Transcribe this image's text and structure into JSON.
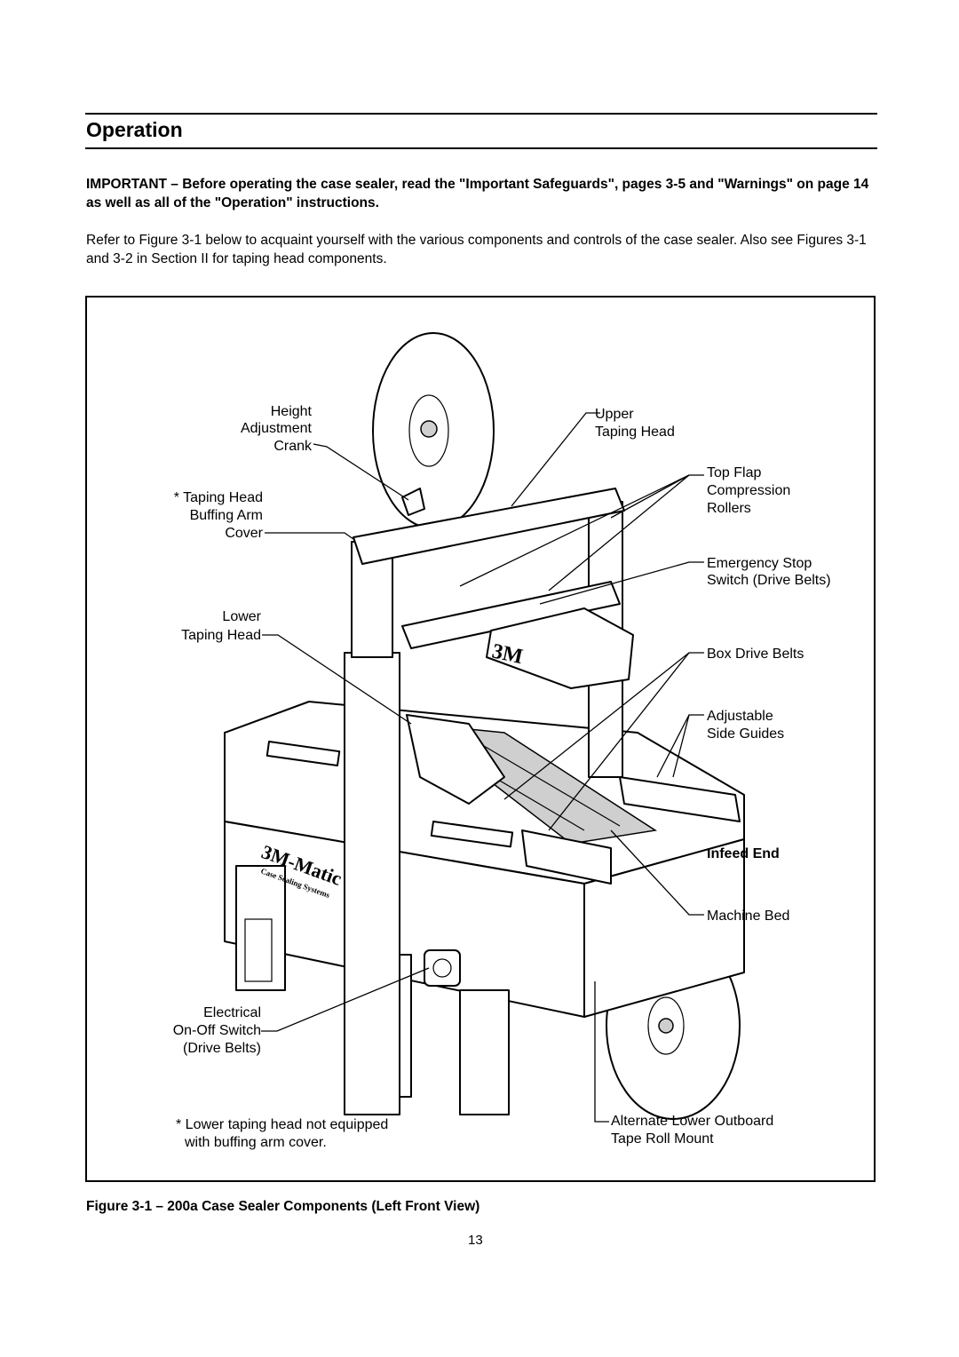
{
  "section": {
    "title": "Operation"
  },
  "important_text": "IMPORTANT – Before operating the case sealer, read the \"Important Safeguards\", pages 3-5 and \"Warnings\" on page 14 as well as all of the \"Operation\" instructions.",
  "intro_text": "Refer to Figure 3-1 below to acquaint yourself with the various components and controls of the case sealer.  Also see Figures 3-1 and 3-2 in Section II for taping head components.",
  "figure": {
    "labels": {
      "height_adjustment_crank": [
        "Height",
        "Adjustment",
        "Crank"
      ],
      "buffing_arm_cover": [
        "* Taping Head",
        "Buffing Arm",
        "Cover"
      ],
      "lower_taping_head": [
        "Lower",
        "Taping Head"
      ],
      "electrical_switch": [
        "Electrical",
        "On-Off Switch",
        "(Drive Belts)"
      ],
      "footnote": [
        "* Lower taping head not equipped",
        "with buffing arm cover."
      ],
      "upper_taping_head": [
        "Upper",
        "Taping Head"
      ],
      "top_flap_rollers": [
        "Top Flap",
        "Compression",
        "Rollers"
      ],
      "emergency_stop": [
        "Emergency Stop",
        "Switch (Drive Belts)"
      ],
      "box_drive_belts": [
        "Box Drive Belts"
      ],
      "side_guides": [
        "Adjustable",
        "Side Guides"
      ],
      "infeed_end": [
        "Infeed End"
      ],
      "machine_bed": [
        "Machine Bed"
      ],
      "alternate_mount": [
        "Alternate Lower Outboard",
        "Tape Roll Mount"
      ]
    },
    "logo_brand": "3M",
    "logo_machine": "3M-Matic",
    "logo_sub": "Case Sealing Systems"
  },
  "caption": "Figure 3-1 – 200a Case Sealer Components (Left Front View)",
  "page_number": "13"
}
